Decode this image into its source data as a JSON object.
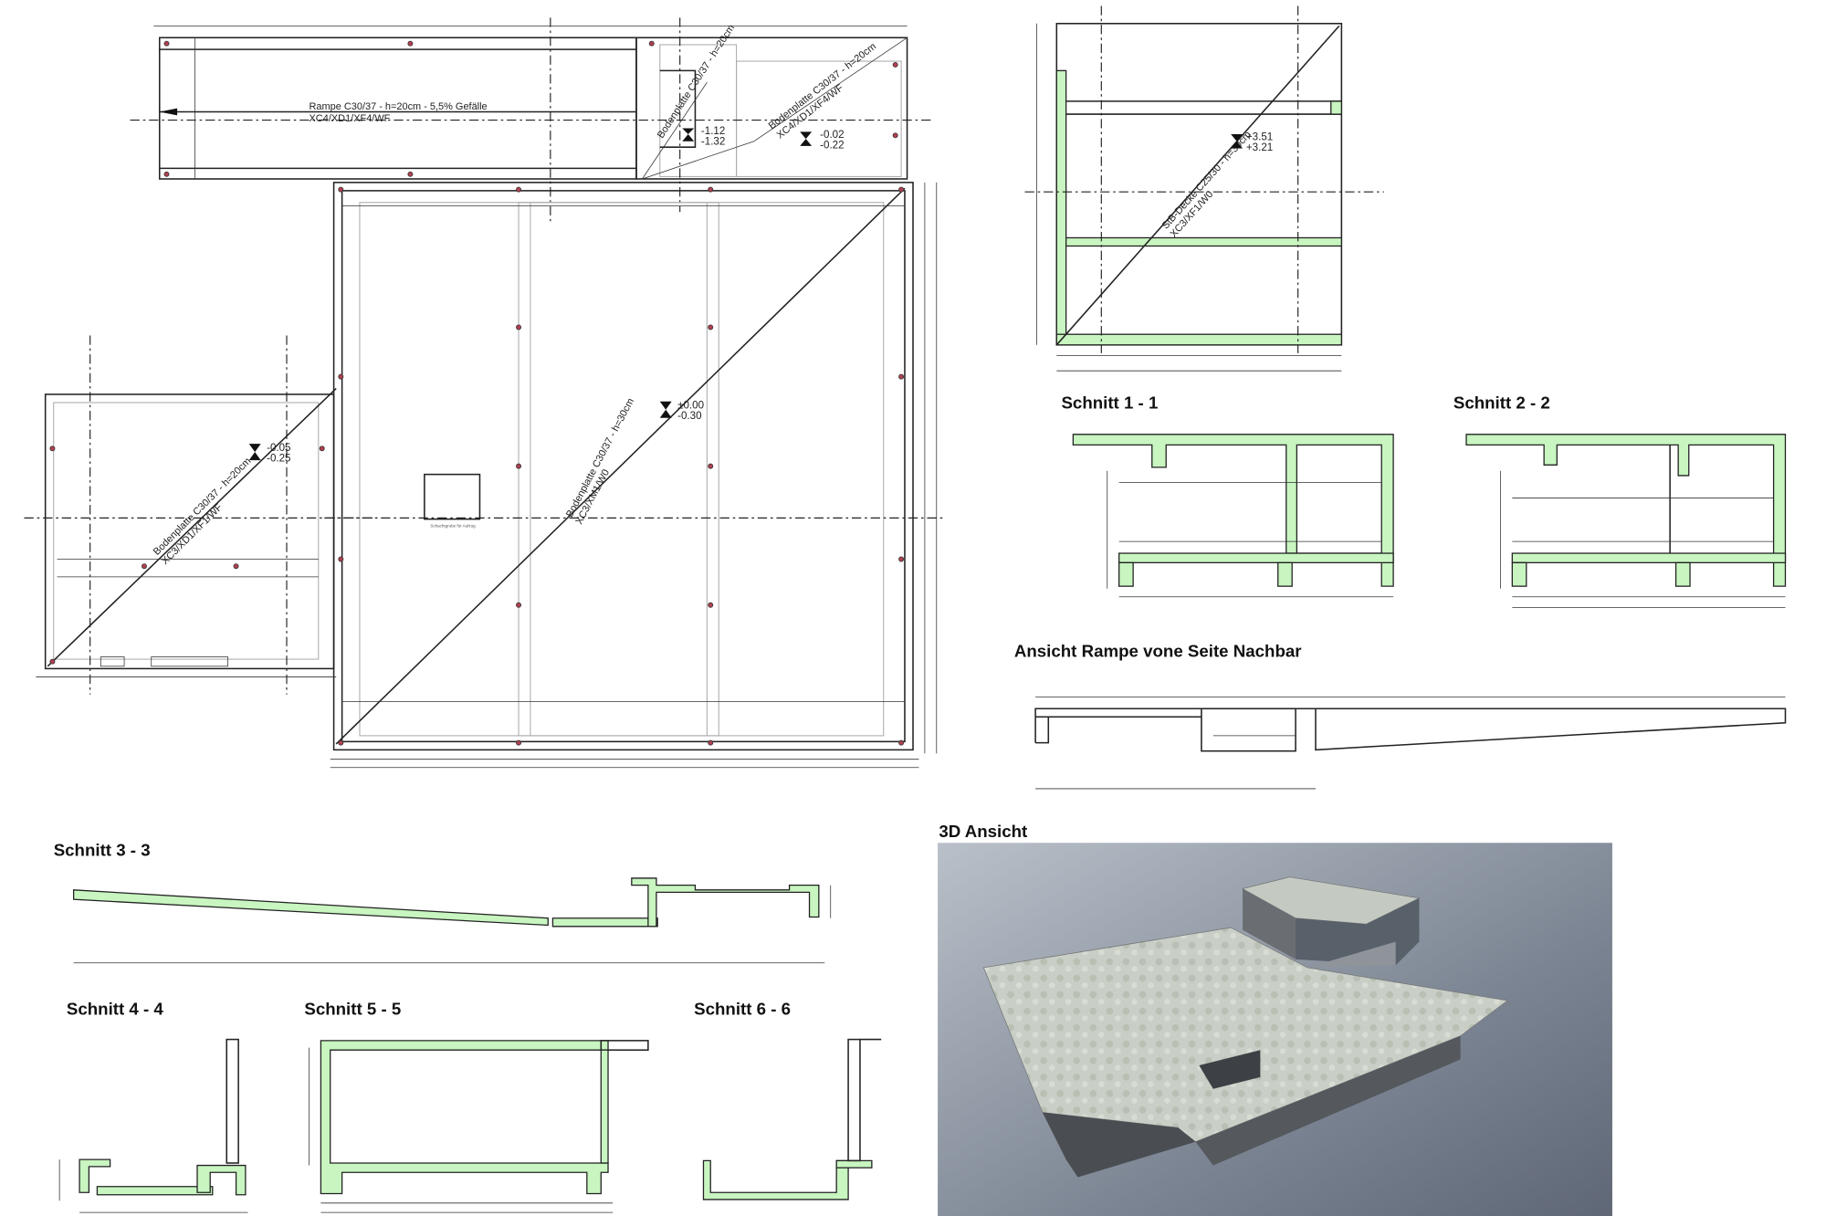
{
  "plan": {
    "ramp_label_1": "Rampe C30/37 - h=20cm - 5,5% Gefälle",
    "ramp_label_2": "XC4/XD1/XF4/WF",
    "slab_small_1": "Bodenplatte C30/37 - h=20cm",
    "slab_small_2": "XC4/XD1/XF4/WF",
    "slab_stair_1": "Bodenplatte C30/37 - h=20cm",
    "level_stair_top": "-1.12",
    "level_stair_bottom": "-1.32",
    "level_upper_top": "-0.02",
    "level_upper_bottom": "-0.22",
    "slab_main_1": "Bodenplatte C30/37 - h=30cm",
    "slab_main_2": "XC3/XM1/W0",
    "level_main_top": "±0.00",
    "level_main_bottom": "-0.30",
    "slab_left_1": "Bodenplatte C30/37 - h=20cm",
    "slab_left_2": "XC3/XD1/XF1/WF",
    "level_left_top": "-0.05",
    "level_left_bottom": "-0.25",
    "ceiling_1": "StB-Decke C25/30 - h=30cm",
    "ceiling_2": "XC3/XF1/W0",
    "level_ceiling_top": "+3.51",
    "level_ceiling_bottom": "+3.21"
  },
  "headings": {
    "schnitt_1": "Schnitt 1 - 1",
    "schnitt_2": "Schnitt 2 - 2",
    "ansicht_rampe": "Ansicht Rampe vone Seite Nachbar",
    "ansicht_3d": "3D Ansicht",
    "schnitt_3": "Schnitt 3 - 3",
    "schnitt_4": "Schnitt 4 - 4",
    "schnitt_5": "Schnitt 5 - 5",
    "schnitt_6": "Schnitt 6 - 6"
  },
  "colors": {
    "concrete_section": "#c8f5c0",
    "anchor": "#b04050"
  }
}
